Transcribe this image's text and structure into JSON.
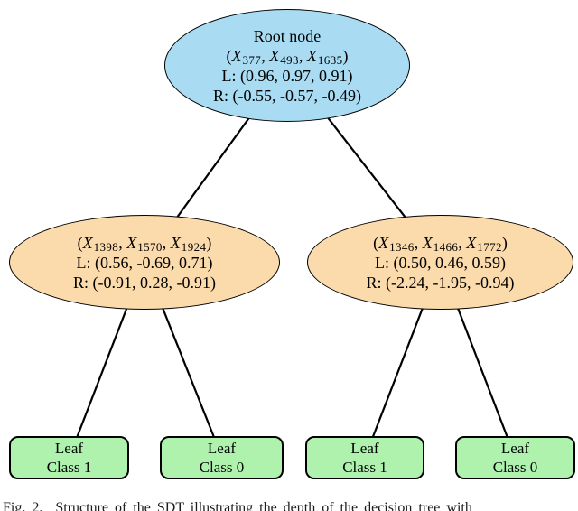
{
  "colors": {
    "root_fill": "#a9dcf2",
    "internal_fill": "#fbdbab",
    "leaf_fill": "#aef2ae",
    "stroke": "#000000"
  },
  "tree": {
    "root": {
      "title": "Root node",
      "features": [
        "377",
        "493",
        "1635"
      ],
      "left_weights": "L: (0.96, 0.97, 0.91)",
      "right_weights": "R: (-0.55, -0.57, -0.49)"
    },
    "internal": [
      {
        "features": [
          "1398",
          "1570",
          "1924"
        ],
        "left_weights": "L: (0.56, -0.69, 0.71)",
        "right_weights": "R: (-0.91, 0.28, -0.91)"
      },
      {
        "features": [
          "1346",
          "1466",
          "1772"
        ],
        "left_weights": "L: (0.50, 0.46, 0.59)",
        "right_weights": "R: (-2.24, -1.95, -0.94)"
      }
    ],
    "leaves": [
      {
        "line1": "Leaf",
        "line2": "Class 1"
      },
      {
        "line1": "Leaf",
        "line2": "Class 0"
      },
      {
        "line1": "Leaf",
        "line2": "Class 1"
      },
      {
        "line1": "Leaf",
        "line2": "Class 0"
      }
    ]
  },
  "figure": {
    "caption_label": "Fig. 2.",
    "caption_text": "Structure of the SDT illustrating the depth of the decision tree with"
  }
}
